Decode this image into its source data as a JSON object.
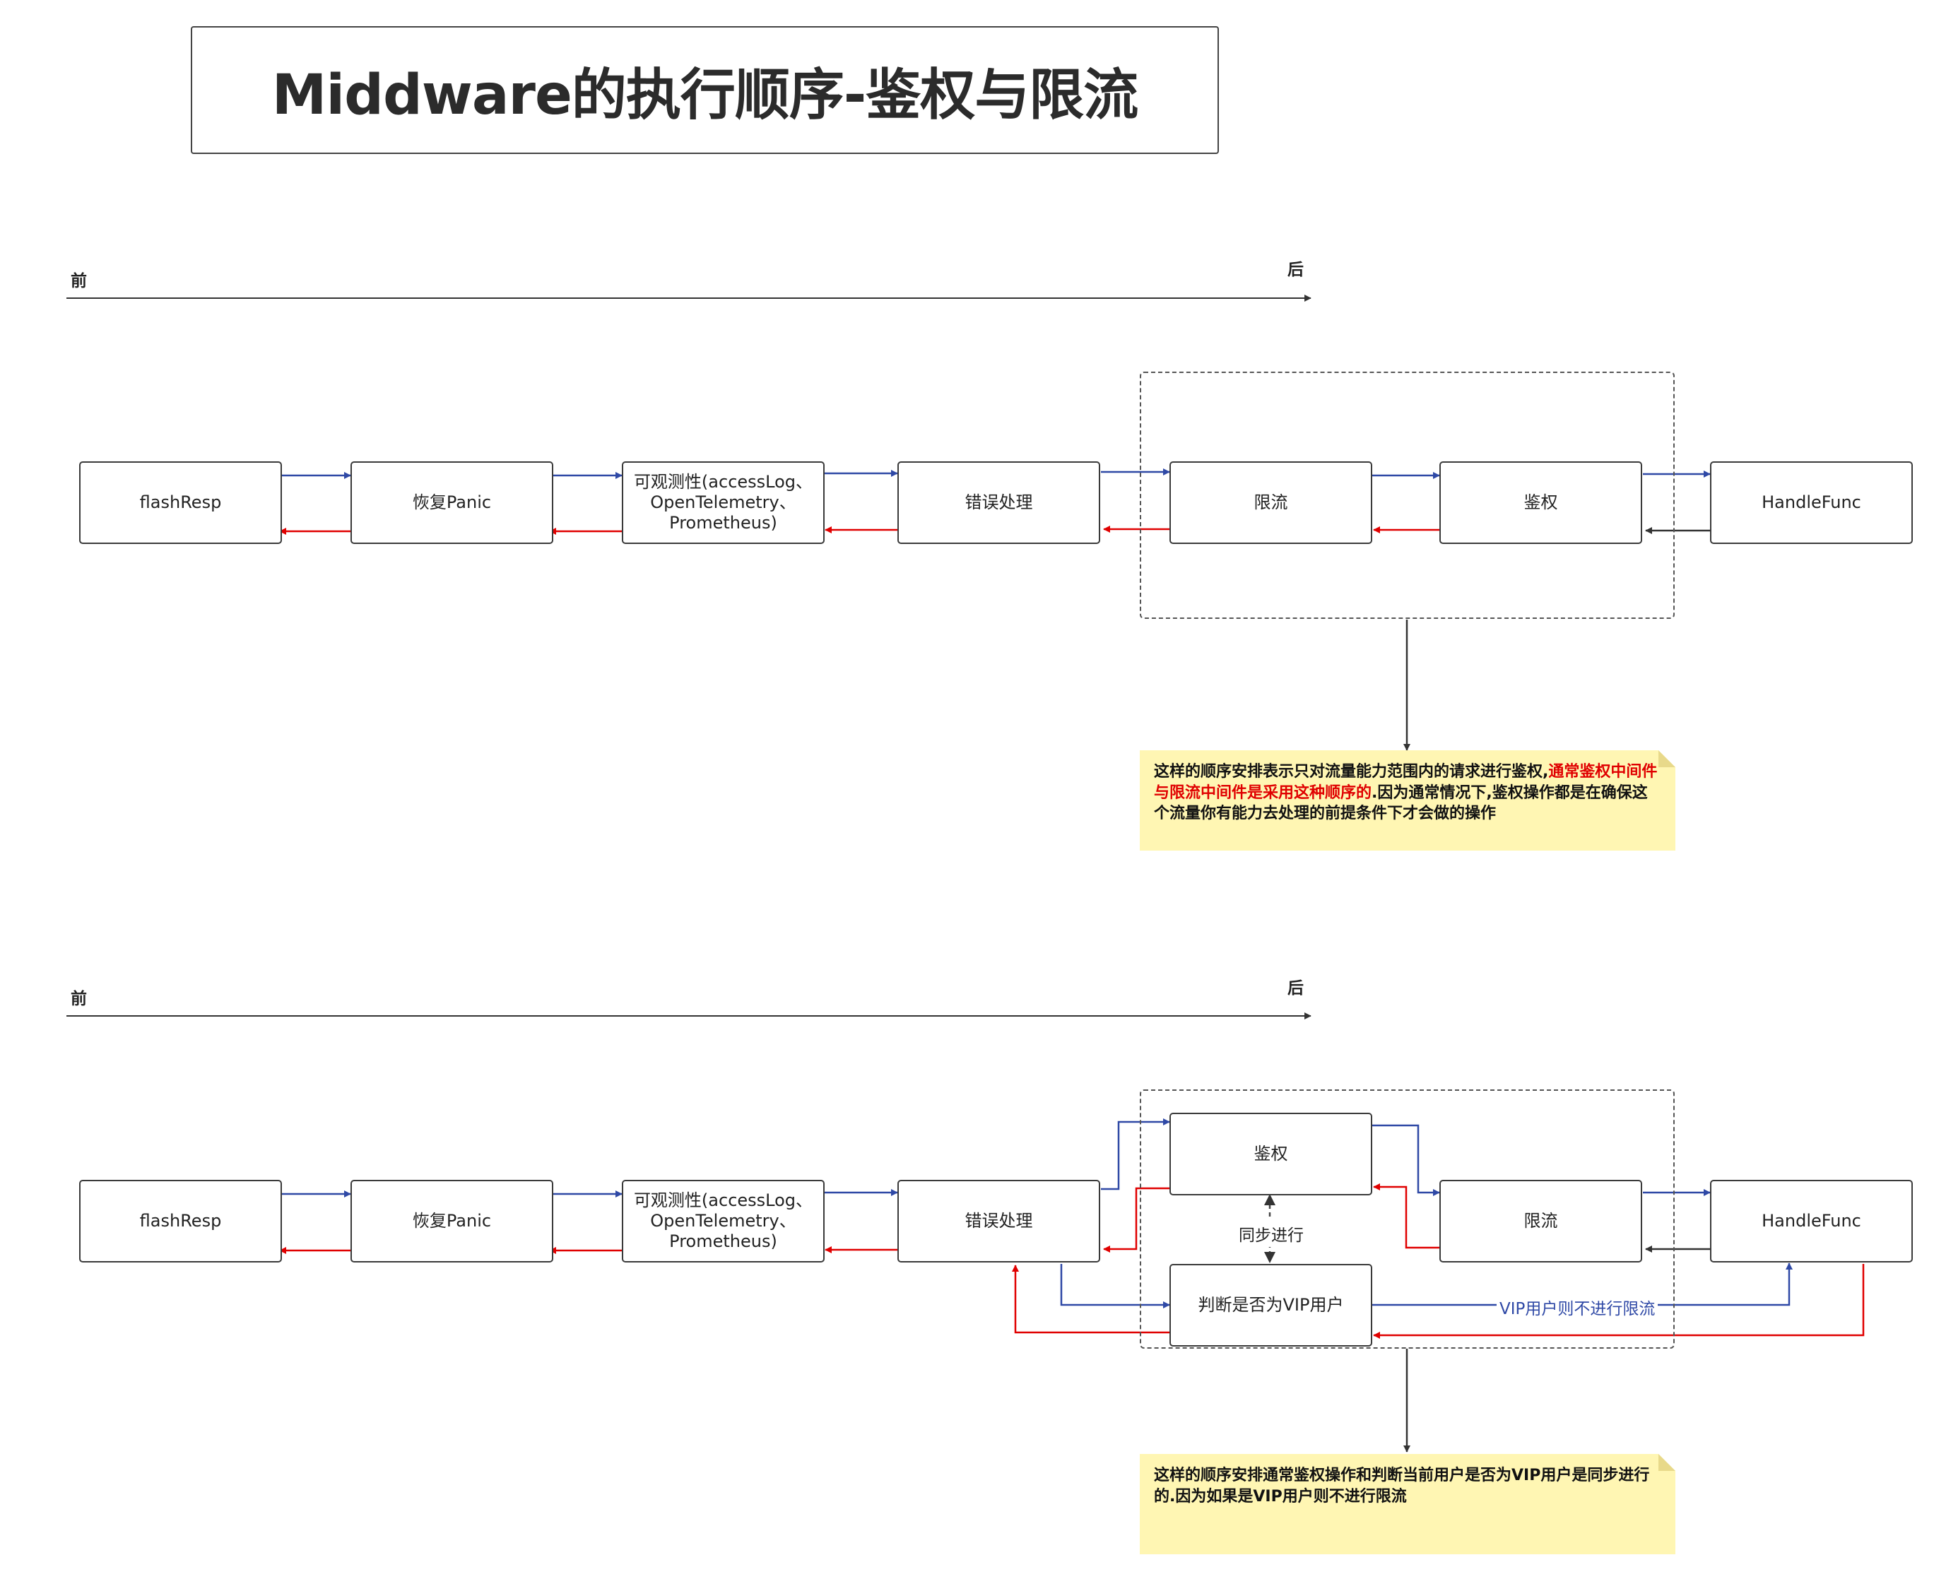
{
  "title": "Middware的执行顺序-鉴权与限流",
  "axis": {
    "front": "前",
    "back": "后"
  },
  "diagram1": {
    "boxes": [
      "flashResp",
      "恢复Panic",
      "可观测性(accessLog、\nOpenTelemetry、\nPrometheus)",
      "错误处理",
      "限流",
      "鉴权",
      "HandleFunc"
    ],
    "note": {
      "part1": "这样的顺序安排表示只对流量能力范围内的请求进行鉴权,",
      "part2_red": "通常鉴权中间件与限流中间件是采用这种顺序的",
      "part3": ".因为通常情况下,鉴权操作都是在确保这个流量你有能力去处理的前提条件下才会做的操作"
    }
  },
  "diagram2": {
    "boxes": [
      "flashResp",
      "恢复Panic",
      "可观测性(accessLog、\nOpenTelemetry、\nPrometheus)",
      "错误处理",
      "鉴权",
      "限流",
      "HandleFunc",
      "判断是否为VIP用户"
    ],
    "sync_label": "同步进行",
    "vip_label": "VIP用户则不进行限流",
    "note": "这样的顺序安排通常鉴权操作和判断当前用户是否为VIP用户是同步进行的.因为如果是VIP用户则不进行限流"
  },
  "colors": {
    "forward": "#2f49a6",
    "backward": "#e00000",
    "neutral": "#333333",
    "note_bg": "#fff6b3"
  }
}
